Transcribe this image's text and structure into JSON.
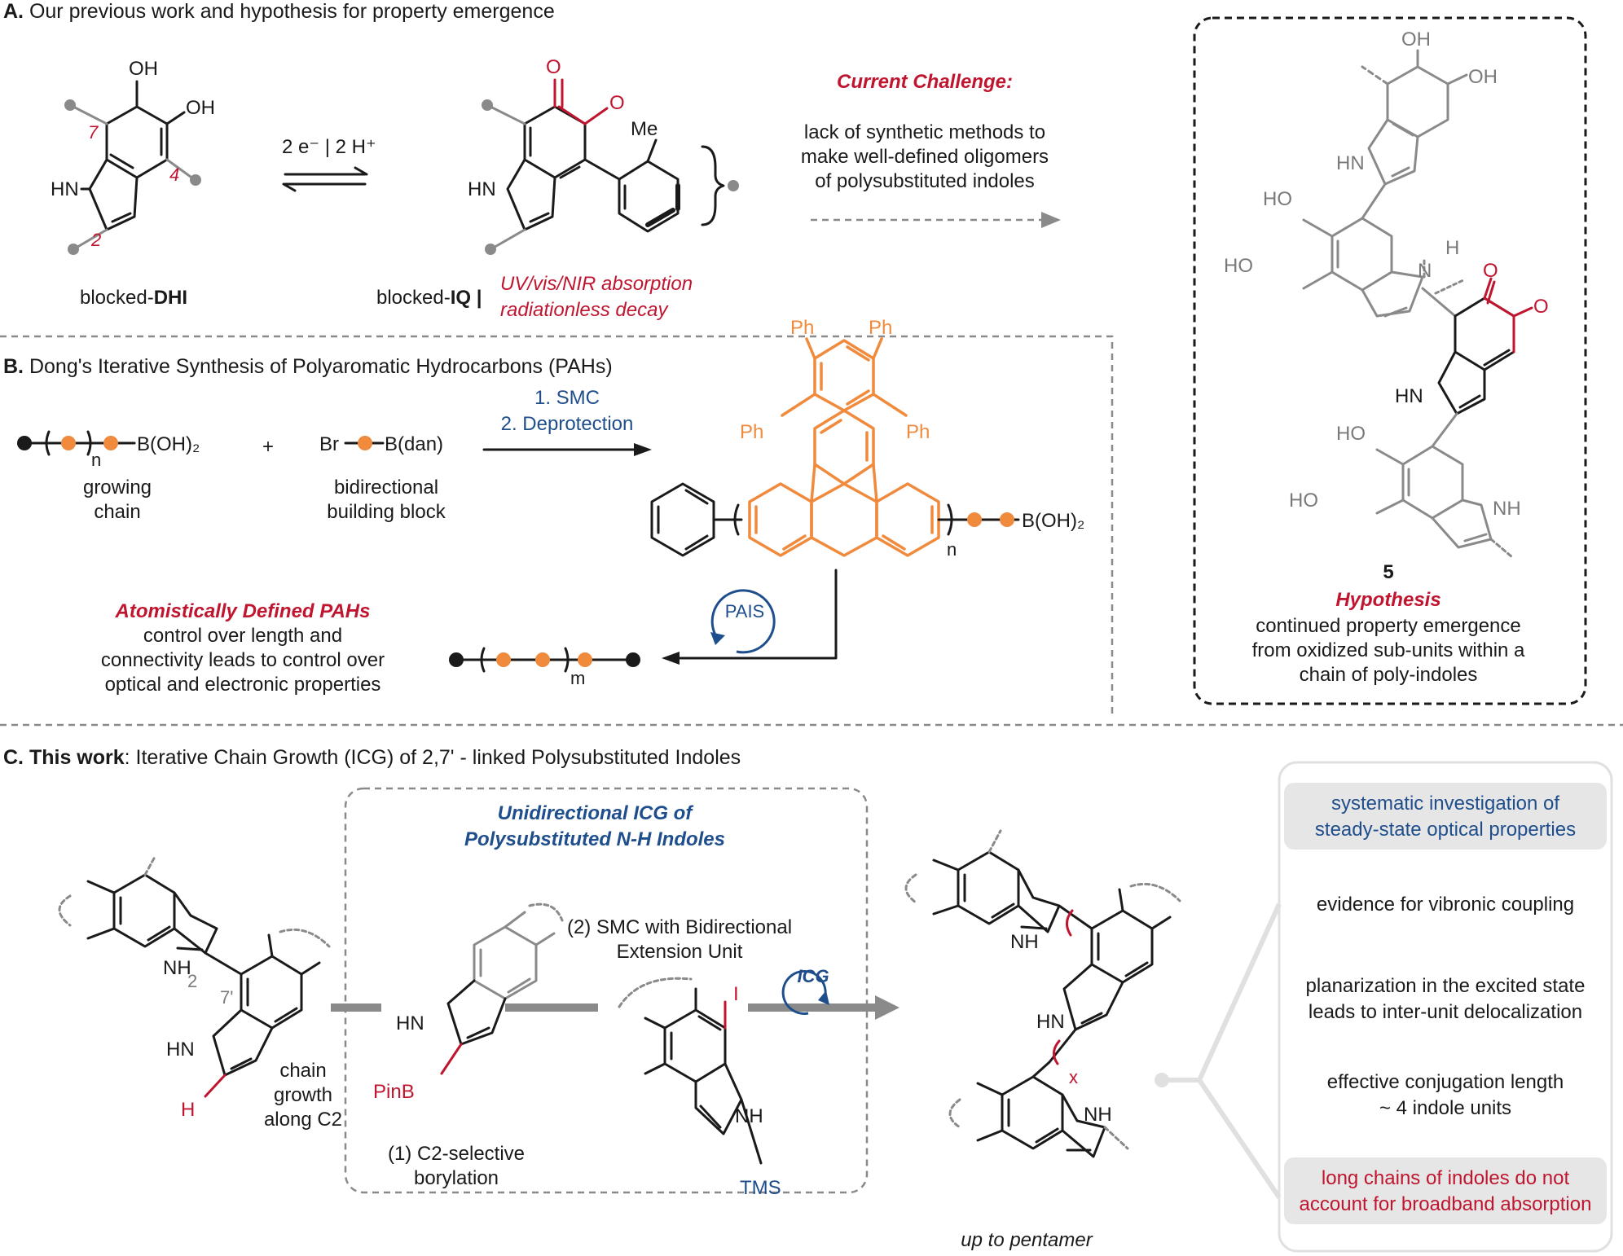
{
  "sectionA": {
    "heading_letter": "A.",
    "heading": "Our previous work and hypothesis for property emergence",
    "dhi_oh1": "OH",
    "dhi_oh2": "OH",
    "dhi_hn": "HN",
    "dhi_num7": "7",
    "dhi_num4": "4",
    "dhi_num2": "2",
    "dhi_label_prefix": "blocked-",
    "dhi_label_bold": "DHI",
    "redox": "2 e⁻ | 2 H⁺",
    "iq_o1": "O",
    "iq_o2": "O",
    "iq_me": "Me",
    "iq_hn": "HN",
    "iq_label_prefix": "blocked-",
    "iq_label_bold": "IQ |",
    "iq_prop1": "UV/vis/NIR absorption",
    "iq_prop2": "radiationless decay",
    "challenge_title": "Current Challenge:",
    "challenge_lines": [
      "lack of synthetic methods to",
      "make well-defined oligomers",
      "of polysubstituted indoles"
    ]
  },
  "hypothesisBox": {
    "oh_labels": [
      "OH",
      "OH"
    ],
    "hn1": "HN",
    "ho1": "HO",
    "ho2": "HO",
    "nh_h": "N",
    "h_label": "H",
    "o_label": "O",
    "o_label2": "O",
    "hn2": "HN",
    "ho3": "HO",
    "ho4": "HO",
    "nh_bottom": "NH",
    "compound_number": "5",
    "title": "Hypothesis",
    "lines": [
      "continued property emergence",
      "from oxidized sub-units within a",
      "chain of poly-indoles"
    ]
  },
  "sectionB": {
    "heading_letter": "B.",
    "heading": "Dong's Iterative Synthesis of Polyaromatic Hydrocarbons (PAHs)",
    "boronic": "B(OH)₂",
    "sub_n": "n",
    "plus": "+",
    "br": "Br",
    "bdan": "B(dan)",
    "growing_chain": [
      "growing",
      "chain"
    ],
    "building_block": [
      "bidirectional",
      "building block"
    ],
    "step1": "1. SMC",
    "step2": "2. Deprotection",
    "ph_labels": [
      "Ph",
      "Ph",
      "Ph",
      "Ph"
    ],
    "product_boronic": "B(OH)₂",
    "product_n": "n",
    "pais": "PAIS",
    "sub_m": "m",
    "defined_title": "Atomistically Defined PAHs",
    "defined_lines": [
      "control over length and",
      "connectivity leads to control over",
      "optical and electronic properties"
    ]
  },
  "sectionC": {
    "heading_letter": "C.",
    "heading_bold": "This work",
    "heading": ": Iterative Chain Growth (ICG) of 2,7' - linked Polysubstituted Indoles",
    "dimer_nh": "NH",
    "dimer_hn": "HN",
    "dimer_num2": "2",
    "dimer_num7": "7'",
    "dimer_h": "H",
    "chain_growth": [
      "chain",
      "growth",
      "along C2"
    ],
    "box_title": [
      "Unidirectional ICG of",
      "Polysubstituted N-H Indoles"
    ],
    "step2_lines": [
      "(2) SMC with Bidirectional",
      "Extension Unit"
    ],
    "step1_lines": [
      "(1) C2-selective",
      "borylation"
    ],
    "pinb": "PinB",
    "hn_bor": "HN",
    "iodo": "I",
    "nh_ext": "NH",
    "tms": "TMS",
    "icg": "ICG",
    "olig_nh1": "NH",
    "olig_hn": "HN",
    "olig_nh2": "NH",
    "sub_x": "x",
    "up_to": "up to pentamer",
    "findings": [
      {
        "text": [
          "systematic investigation of",
          "steady-state optical properties"
        ],
        "color": "#1f4e8c",
        "highlight": true
      },
      {
        "text": [
          "evidence for vibronic coupling"
        ],
        "color": "#1a1a1a",
        "highlight": false
      },
      {
        "text": [
          "planarization in the excited state",
          "leads to inter-unit delocalization"
        ],
        "color": "#1a1a1a",
        "highlight": false
      },
      {
        "text": [
          "effective conjugation length",
          "~ 4 indole units"
        ],
        "color": "#1a1a1a",
        "highlight": false
      },
      {
        "text": [
          "long chains of indoles do not",
          "account for broadband absorption"
        ],
        "color": "#c0152f",
        "highlight": true
      }
    ]
  }
}
